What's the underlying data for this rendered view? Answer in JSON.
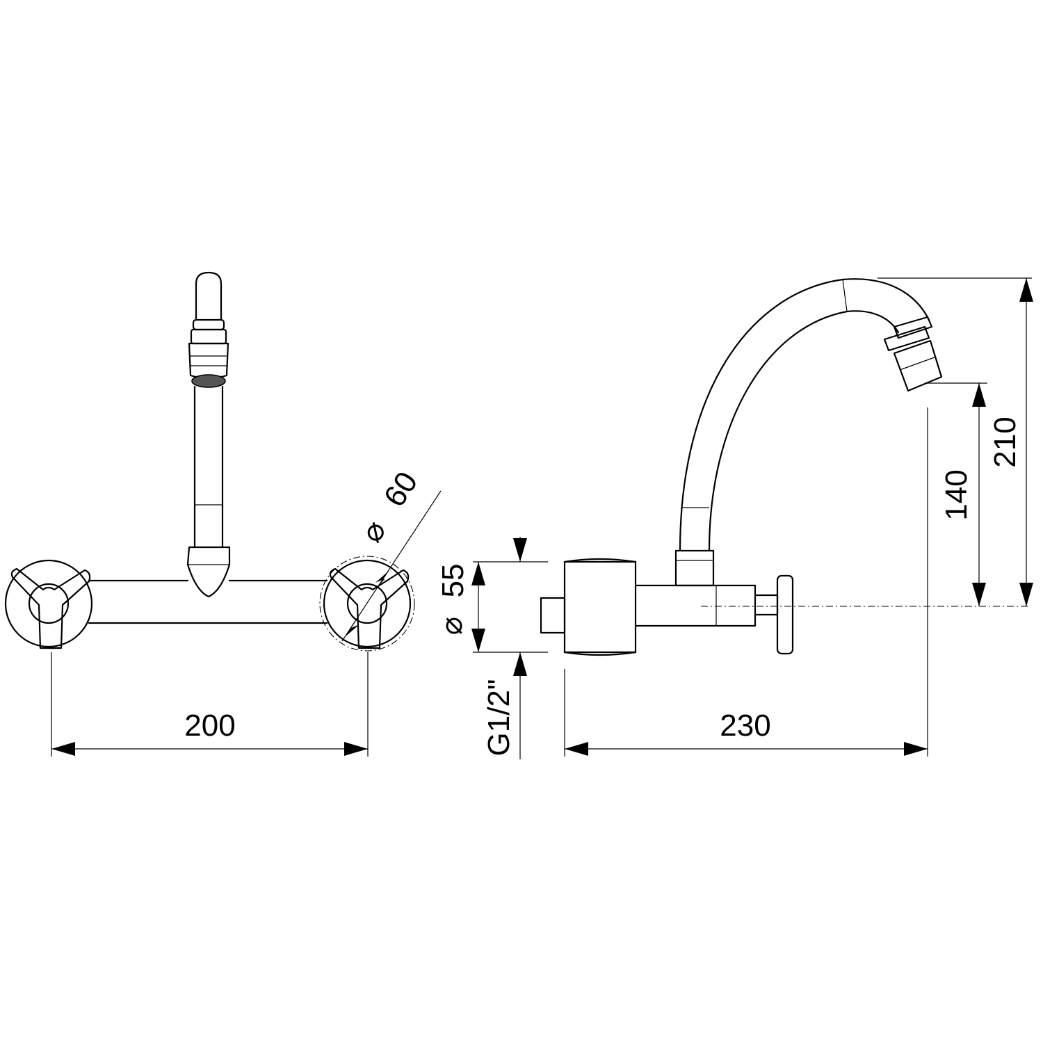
{
  "dimensions": {
    "width_front": "200",
    "knob_diameter_60": "60",
    "knob_diameter_55": "55",
    "thread": "G1/2\"",
    "depth": "230",
    "spout_height_140": "140",
    "total_height_210": "210"
  },
  "symbols": {
    "diameter": "⌀"
  },
  "colors": {
    "line": "#000000",
    "background": "#ffffff"
  }
}
